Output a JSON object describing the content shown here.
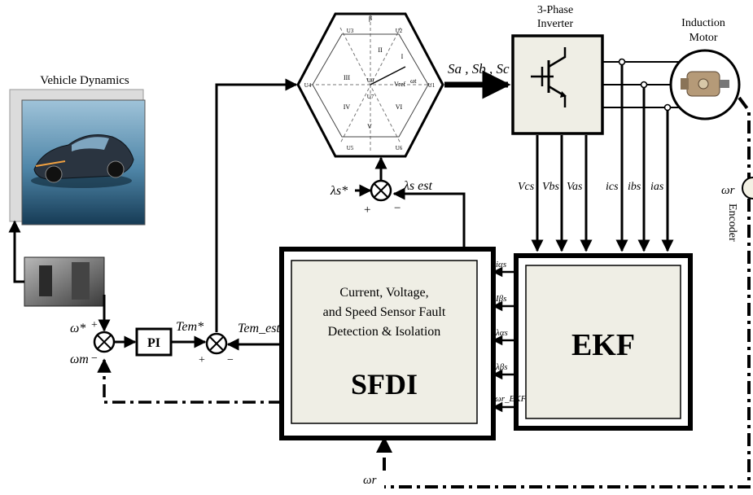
{
  "vehicle": {
    "title": "Vehicle Dynamics"
  },
  "svm": {
    "sector_labels": [
      "I",
      "II",
      "III",
      "IV",
      "V",
      "VI"
    ],
    "vector_labels": [
      "U1",
      "U2",
      "U3",
      "U4",
      "U5",
      "U6",
      "U0",
      "U7"
    ],
    "ref_label": "Vref",
    "angle_label": "ωt",
    "axis_label": "β",
    "output_label": "Sa , Sb , Sc"
  },
  "inverter": {
    "title_line1": "3-Phase",
    "title_line2": "Inverter"
  },
  "motor": {
    "title_line1": "Induction",
    "title_line2": "Motor"
  },
  "encoder": {
    "label": "Encoder",
    "speed_label": "ωr"
  },
  "flux_sum": {
    "ref": "λs*",
    "est": "λs est",
    "plus": "+",
    "minus": "−"
  },
  "speed_sum": {
    "ref": "ω*",
    "meas": "ωm",
    "plus": "+",
    "minus": "−"
  },
  "pi": {
    "label": "PI"
  },
  "torque_sum": {
    "ref": "Tem*",
    "est": "Tem_est",
    "plus": "+",
    "minus": "−"
  },
  "sfdi": {
    "line1": "Current, Voltage,",
    "line2": "and Speed Sensor Fault",
    "line3": "Detection & Isolation",
    "title": "SFDI",
    "bottom_input": "ωr"
  },
  "ekf": {
    "title": "EKF",
    "voltage_inputs": [
      "Vcs",
      "Vbs",
      "Vas"
    ],
    "current_inputs": [
      "ics",
      "ibs",
      "ias"
    ],
    "outputs": [
      "iαs",
      "Iβs",
      "λαs",
      "λβs",
      "ωr_EKF"
    ]
  },
  "colors": {
    "box_fill": "#efeee5",
    "line": "#000000"
  }
}
